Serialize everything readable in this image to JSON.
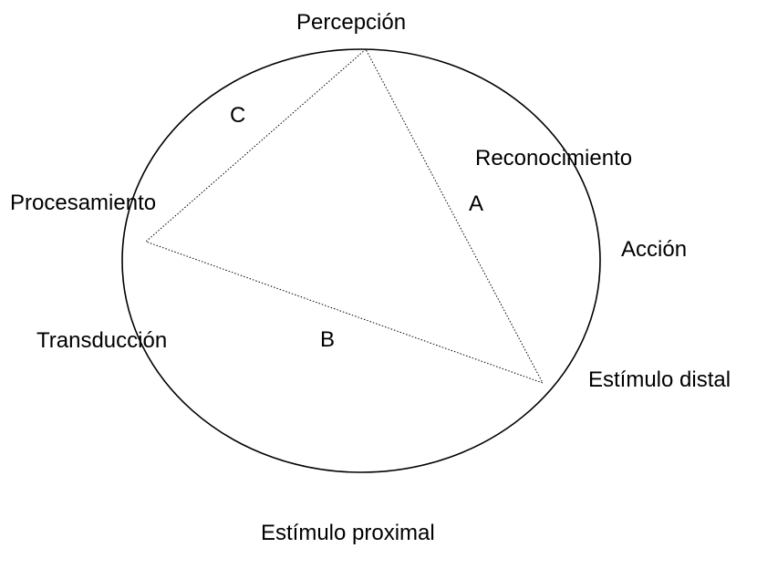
{
  "diagram": {
    "stages": {
      "percepcion": "Percepción",
      "reconocimiento": "Reconocimiento",
      "accion": "Acción",
      "estimulo_distal": "Estímulo distal",
      "procesamiento": "Procesamiento",
      "transduccion": "Transducción",
      "estimulo_proximal": "Estímulo proximal"
    },
    "triangle_labels": {
      "a": "A",
      "b": "B",
      "c": "C"
    }
  }
}
